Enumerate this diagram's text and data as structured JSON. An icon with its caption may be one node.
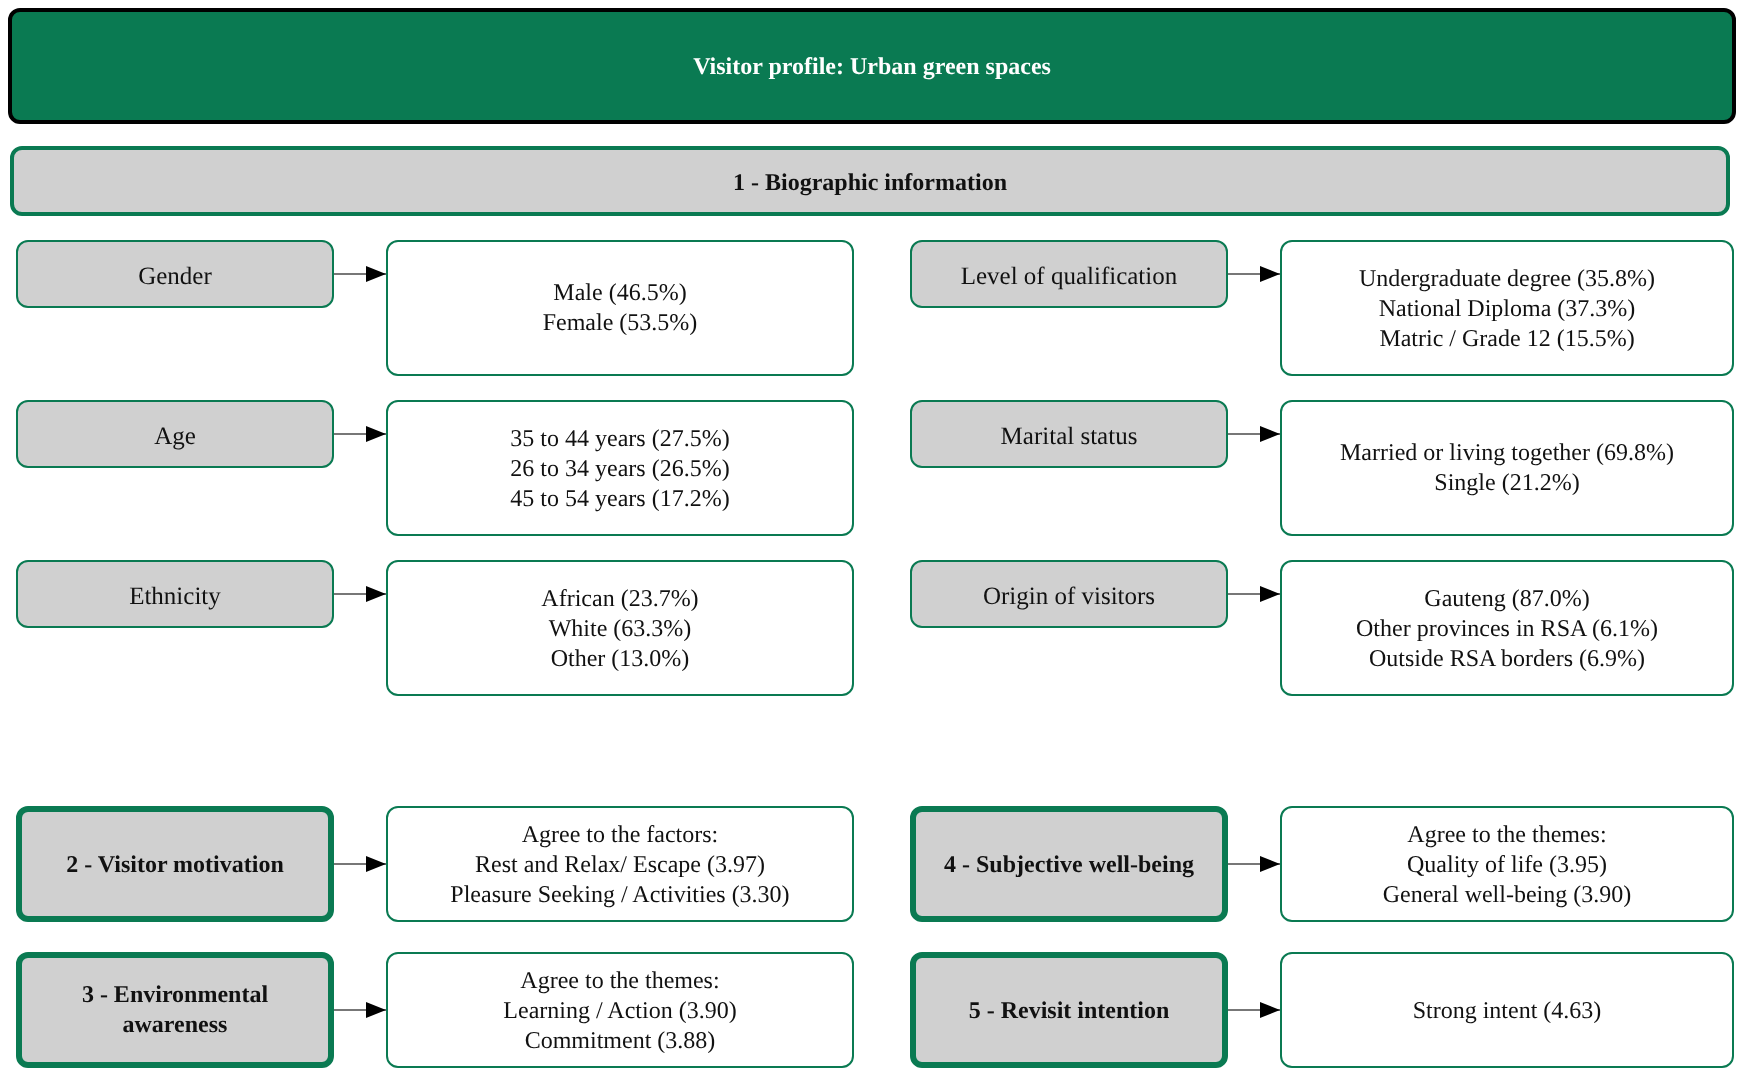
{
  "diagram": {
    "title": "Visitor profile: Urban green spaces",
    "nodes": [
      {
        "text": [
          "1 - Biographic information"
        ]
      },
      {
        "text": [
          "Gender"
        ]
      },
      {
        "text": [
          "Male (46.5%)",
          "Female (53.5%)"
        ]
      },
      {
        "text": [
          "Level of qualification"
        ]
      },
      {
        "text": [
          "Undergraduate degree (35.8%)",
          "National Diploma (37.3%)",
          "Matric / Grade 12 (15.5%)"
        ]
      },
      {
        "text": [
          "Age"
        ]
      },
      {
        "text": [
          "35 to 44 years (27.5%)",
          "26 to 34 years (26.5%)",
          "45 to 54 years (17.2%)"
        ]
      },
      {
        "text": [
          "Marital status"
        ]
      },
      {
        "text": [
          "Married or living together (69.8%)",
          "Single (21.2%)"
        ]
      },
      {
        "text": [
          "Ethnicity"
        ]
      },
      {
        "text": [
          "African (23.7%)",
          "White (63.3%)",
          "Other (13.0%)"
        ]
      },
      {
        "text": [
          "Origin of visitors"
        ]
      },
      {
        "text": [
          "Gauteng (87.0%)",
          "Other provinces in RSA (6.1%)",
          "Outside RSA borders (6.9%)"
        ]
      },
      {
        "text": [
          "2 - Visitor motivation"
        ]
      },
      {
        "text": [
          "Agree to the factors:",
          "Rest and Relax/ Escape (3.97)",
          "Pleasure Seeking / Activities (3.30)"
        ]
      },
      {
        "text": [
          "4 - Subjective well-being"
        ]
      },
      {
        "text": [
          "Agree to the themes:",
          "Quality of life (3.95)",
          "General well-being (3.90)"
        ]
      },
      {
        "text": [
          "3 - Environmental awareness"
        ]
      },
      {
        "text": [
          "Agree to the themes:",
          "Learning / Action (3.90)",
          "Commitment (3.88)"
        ]
      },
      {
        "text": [
          "5 - Revisit intention"
        ]
      },
      {
        "text": [
          "Strong intent (4.63)"
        ]
      }
    ],
    "edges": [
      {
        "from": 1,
        "to": 2,
        "arrow": "to"
      },
      {
        "from": 3,
        "to": 4,
        "arrow": "to"
      },
      {
        "from": 5,
        "to": 6,
        "arrow": "to"
      },
      {
        "from": 7,
        "to": 8,
        "arrow": "to"
      },
      {
        "from": 9,
        "to": 10,
        "arrow": "to"
      },
      {
        "from": 11,
        "to": 12,
        "arrow": "to"
      },
      {
        "from": 13,
        "to": 14,
        "arrow": "to"
      },
      {
        "from": 15,
        "to": 16,
        "arrow": "to"
      },
      {
        "from": 17,
        "to": 18,
        "arrow": "to"
      },
      {
        "from": 19,
        "to": 20,
        "arrow": "to"
      }
    ]
  }
}
